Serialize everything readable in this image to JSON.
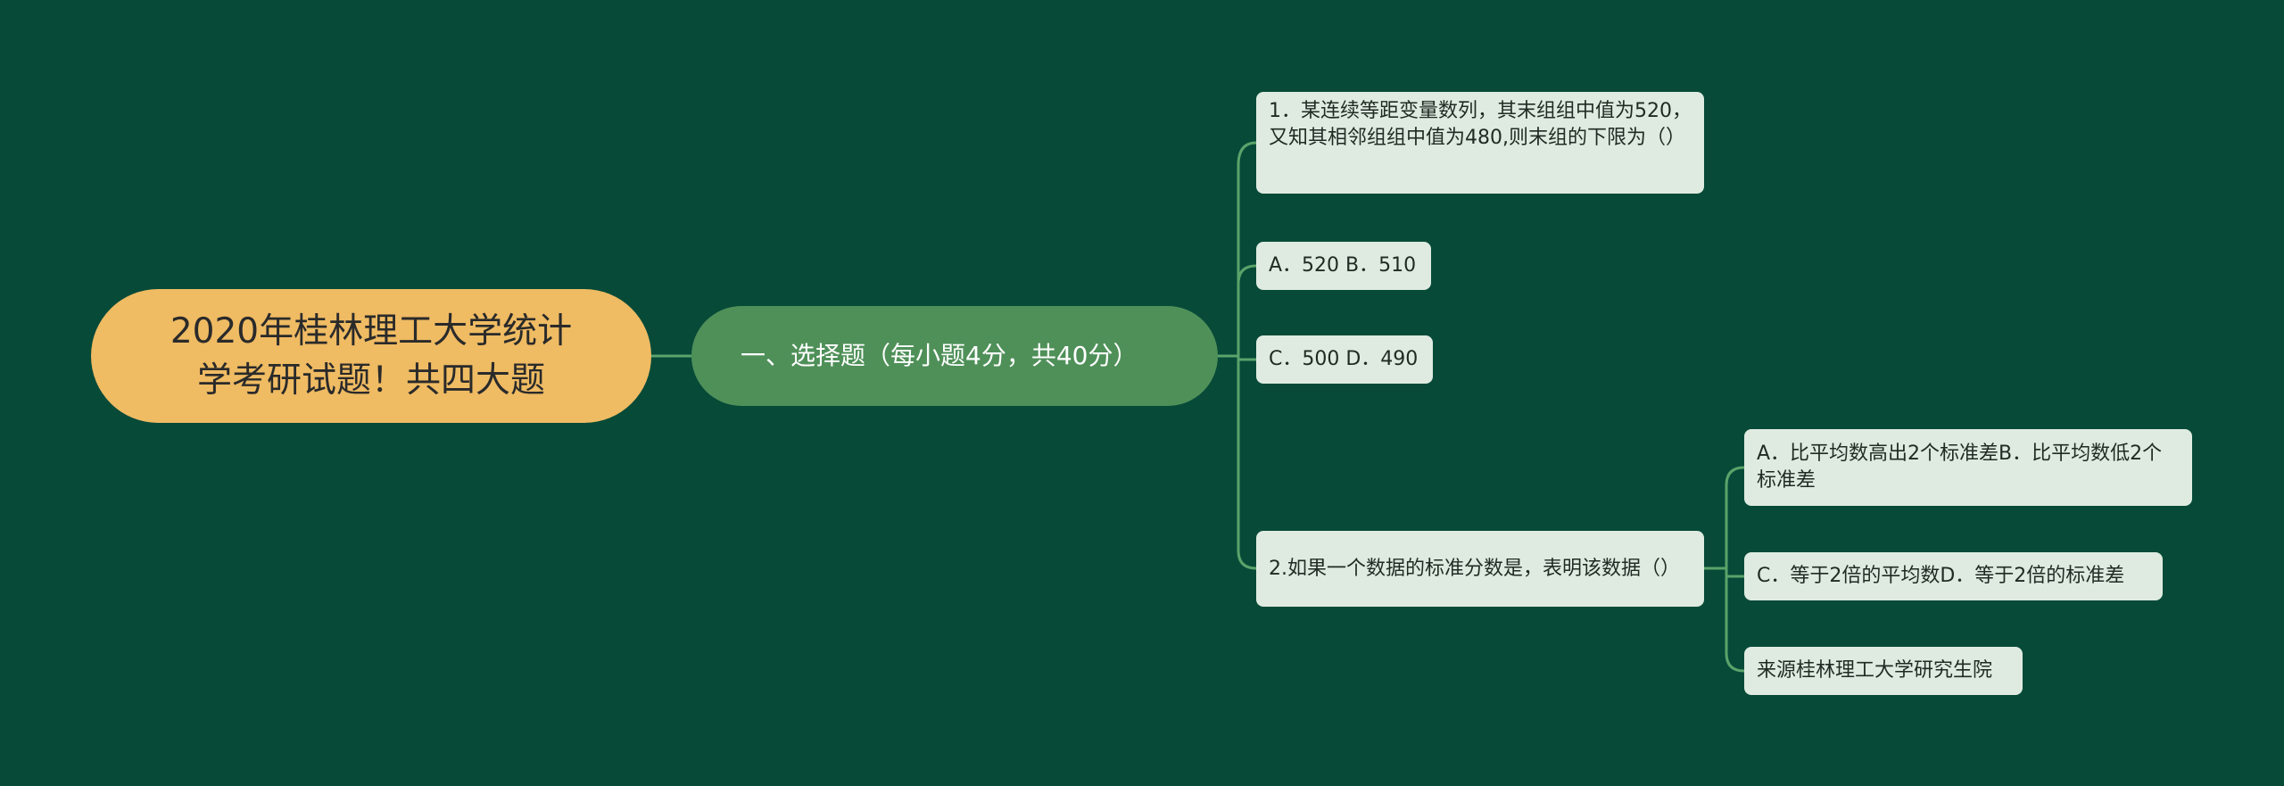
{
  "colors": {
    "background": "#074a38",
    "root_fill": "#efbb63",
    "branch_fill": "#4f9059",
    "leaf_fill": "#dfebe1",
    "connector": "#5aa36a"
  },
  "mindmap": {
    "root": {
      "text": "2020年桂林理工大学统计学考研试题！共四大题"
    },
    "branch": {
      "text": "一、选择题（每小题4分，共40分）"
    },
    "question1": {
      "text": "1．某连续等距变量数列，其末组组中值为520，又知其相邻组组中值为480,则末组的下限为（）",
      "options_ab": "A．520 B．510",
      "options_cd": "C．500 D．490"
    },
    "question2": {
      "text": "2.如果一个数据的标准分数是，表明该数据（）",
      "option_ab": "A．比平均数高出2个标准差B．比平均数低2个标准差",
      "option_cd": "C．等于2倍的平均数D．等于2倍的标准差",
      "source": "来源桂林理工大学研究生院"
    }
  }
}
